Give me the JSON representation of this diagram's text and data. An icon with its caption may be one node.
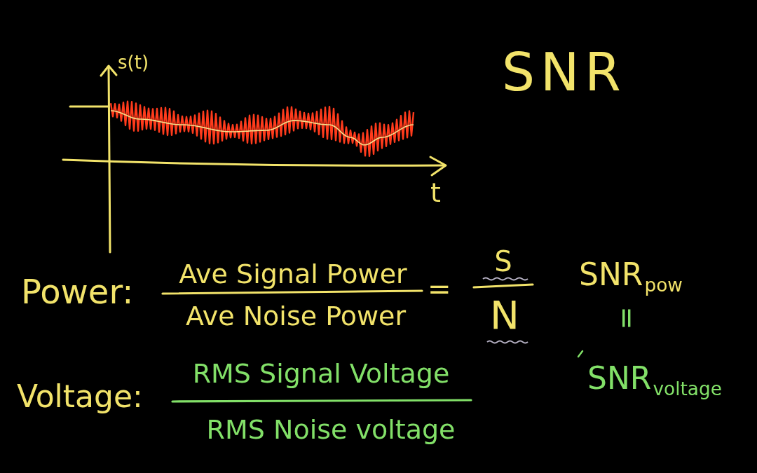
{
  "diagram": {
    "title": "SNR",
    "labels": [
      "s(t)",
      "t",
      "Power:",
      "Ave Signal Power",
      "Ave Noise Power",
      "=",
      "S",
      "N",
      "SNR$_{pow}$",
      "=",
      "Voltage:",
      "RMS Signal Voltage",
      "RMS Noise voltage",
      "SNR$_{voltage}$"
    ]
  }
}
